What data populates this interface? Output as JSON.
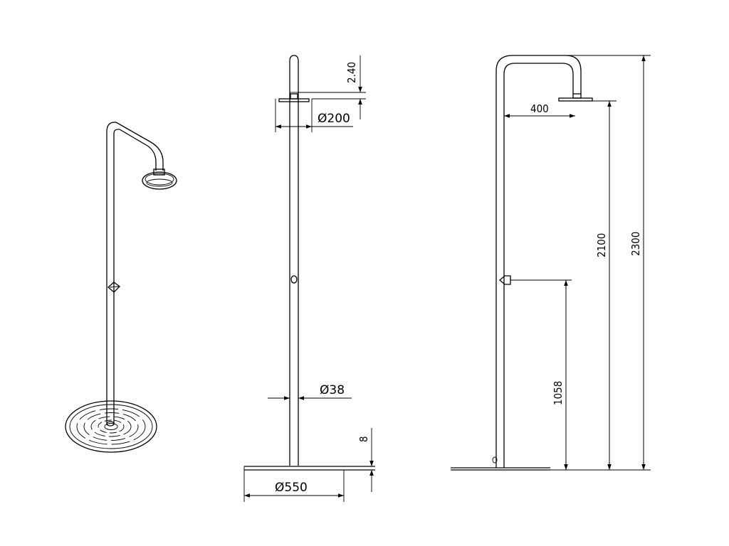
{
  "drawing": {
    "views": [
      "perspective-view",
      "front-view",
      "side-view"
    ],
    "dimensions": {
      "showerhead_offset": "2.40",
      "showerhead_diameter": "200",
      "pipe_diameter": "38",
      "base_thickness": "8",
      "base_diameter": "550",
      "arm_reach": "400",
      "showerhead_height": "2100",
      "total_height": "2300",
      "valve_height": "1058"
    },
    "diameter_symbol": "Ø",
    "colors": {
      "line": "#000000",
      "background": "#ffffff"
    }
  }
}
